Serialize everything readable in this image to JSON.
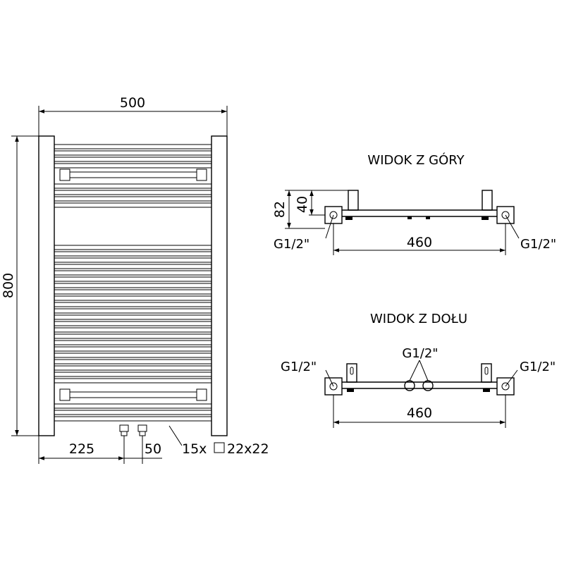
{
  "front_view": {
    "width_label": "500",
    "height_label": "800",
    "inlet_offset_label": "225",
    "inlet_spacing_label": "50",
    "bars_label": "15x",
    "bar_profile_label": "22x22"
  },
  "top_view": {
    "title": "WIDOK Z GÓRY",
    "depth_label": "82",
    "offset_label": "40",
    "span_label": "460",
    "left_thread_label": "G1/2\"",
    "right_thread_label": "G1/2\""
  },
  "bottom_view": {
    "title": "WIDOK Z DOŁU",
    "span_label": "460",
    "left_thread_label": "G1/2\"",
    "center_thread_label": "G1/2\"",
    "right_thread_label": "G1/2\""
  }
}
